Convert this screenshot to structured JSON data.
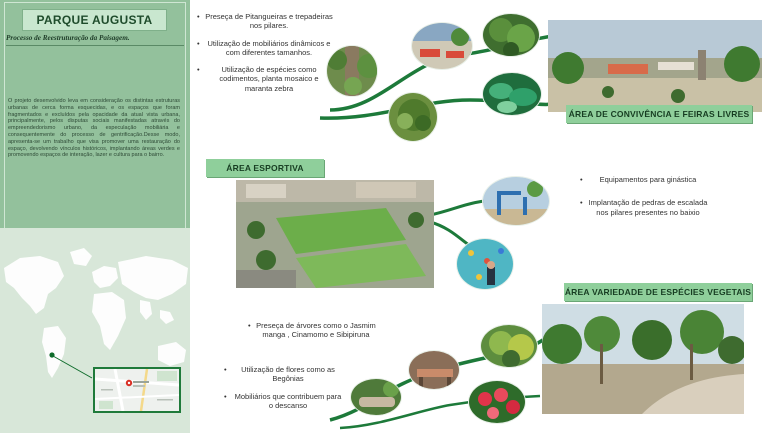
{
  "sidebar": {
    "title": "PARQUE AUGUSTA",
    "subtitle": "Processo de Reestruturação da Paisagem.",
    "paragraph": "O projeto desenvolvido leva em consideração os distintas estruturas urbanas de cerca forma esquecidas, e os espaços que foram fragmentados e excluídos pela opacidade da atual vista urbana, principalmente, pelos disputas sociais manifestadas através do empreendedorismo urbano, da especulação mobiliária e consequentemente do processo de gentrificação.Desse modo, apresenta-se um trabalho que visa promover uma restauração do espaço, devolvendo vínculos históricos, implantando áreas verdes e promovendo espaços de interação, lazer e cultura para o bairro."
  },
  "sections": {
    "convivencia": {
      "title": "ÁREA  DE CONVIVÊNCIA E FEIRAS LIVRES",
      "bullets": [
        "Preseça de Pitangueiras e trepadeiras nos pilares.",
        "Utilização de mobiliários dinâmicos e com diferentes tamanhos.",
        "Utilização de espécies como codimentos, planta mosaico e maranta zebra"
      ]
    },
    "esportiva": {
      "title": "ÁREA  ESPORTIVA",
      "bullets": [
        "Equipamentos para ginástica",
        "Implantação de pedras de escalada nos pilares presentes no baixio"
      ]
    },
    "vegetais": {
      "title": "ÁREA VARIEDADE  DE ESPÉCIES VEGETAIS",
      "bullets": [
        "Preseça de árvores como o Jasmim manga , Cinamomo e Sibipiruna",
        "Utilização de flores como as Begônias",
        "Mobiliários que contribuem para o descanso"
      ]
    }
  },
  "colors": {
    "sidebar": "#93c19c",
    "header": "#8fcf9b",
    "accent_green": "#1d7a3a"
  }
}
